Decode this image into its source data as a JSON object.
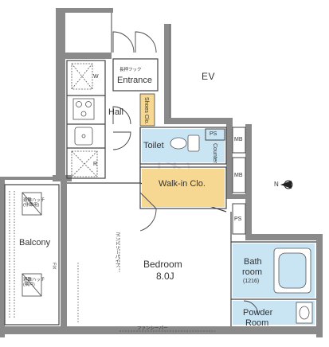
{
  "rooms": {
    "entrance": {
      "label": "Entrance",
      "note": "長押フック"
    },
    "ev": {
      "label": "EV"
    },
    "hall": {
      "label": "Hall"
    },
    "shoes_closet": {
      "label": "Shoes Clo."
    },
    "toilet": {
      "label": "Toilet"
    },
    "ps_top": {
      "label": "PS"
    },
    "ps_side": {
      "label": "PS"
    },
    "mb_top": {
      "label": "MB"
    },
    "mb_bottom": {
      "label": "MB"
    },
    "walk_in_closet": {
      "label": "Walk-in Clo."
    },
    "counter": {
      "label": "Counter"
    },
    "bedroom": {
      "label": "Bedroom",
      "size": "8.0J"
    },
    "balcony": {
      "label": "Balcony"
    },
    "bathroom": {
      "label": "Bath room (1216)",
      "line1": "Bath",
      "line2": "room",
      "line3": "(1216)"
    },
    "powder_room": {
      "label": "Powder Room",
      "line1": "Powder",
      "line2": "Room"
    }
  },
  "fixtures": {
    "washer": "W",
    "fridge": "R",
    "lower_rail": "ランドリーパイプ",
    "ceiling_rail": "ファンシーパー",
    "hatch_top": "避難ハッチ\n(非難用)",
    "hatch_bottom": "避難ハッチ\n(隣戸)",
    "fix_mark": "FIX"
  },
  "compass": {
    "label": "N",
    "direction": "west"
  },
  "colors": {
    "wall": "#8a8a8a",
    "wet_area": "#c9e4f3",
    "closet": "#f6d892",
    "line": "#444444",
    "watermark": "#e4e0ec"
  }
}
